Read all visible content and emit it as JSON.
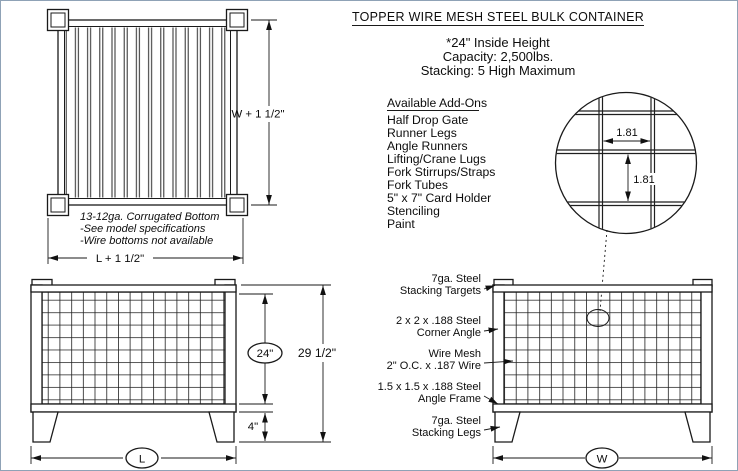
{
  "colors": {
    "sheet_border": "#8fa2b6",
    "ink": "#1a1a1a"
  },
  "title_block": {
    "title": "TOPPER WIRE MESH STEEL BULK CONTAINER",
    "specs": [
      "*24\" Inside Height",
      "Capacity: 2,500lbs.",
      "Stacking: 5 High Maximum"
    ]
  },
  "addons": {
    "heading": "Available Add-Ons",
    "items": [
      "Half Drop Gate",
      "Runner Legs",
      "Angle Runners",
      "Lifting/Crane Lugs",
      "Fork Stirrups/Straps",
      "Fork Tubes",
      "5\" x 7\" Card Holder",
      "Stenciling",
      "Paint"
    ]
  },
  "top_view": {
    "width_dim": "W + 1 1/2\"",
    "length_dim": "L + 1 1/2\"",
    "notes": [
      "13-12ga. Corrugated Bottom",
      "-See model specifications",
      "-Wire bottoms not available"
    ]
  },
  "front_view": {
    "inside_height_dim": "24\"",
    "overall_height_dim": "29 1/2\"",
    "leg_height_dim": "4\"",
    "length_dim": "L"
  },
  "side_view": {
    "width_dim": "W"
  },
  "detail_view": {
    "horizontal_spacing": "1.81",
    "vertical_spacing": "1.81"
  },
  "callouts": [
    {
      "line1": "7ga. Steel",
      "line2": "Stacking Targets"
    },
    {
      "line1": "2 x 2 x .188 Steel",
      "line2": "Corner Angle"
    },
    {
      "line1": "Wire Mesh",
      "line2": "2\" O.C. x .187 Wire"
    },
    {
      "line1": "1.5 x 1.5 x .188 Steel",
      "line2": "Angle Frame"
    },
    {
      "line1": "7ga. Steel",
      "line2": "Stacking Legs"
    }
  ]
}
